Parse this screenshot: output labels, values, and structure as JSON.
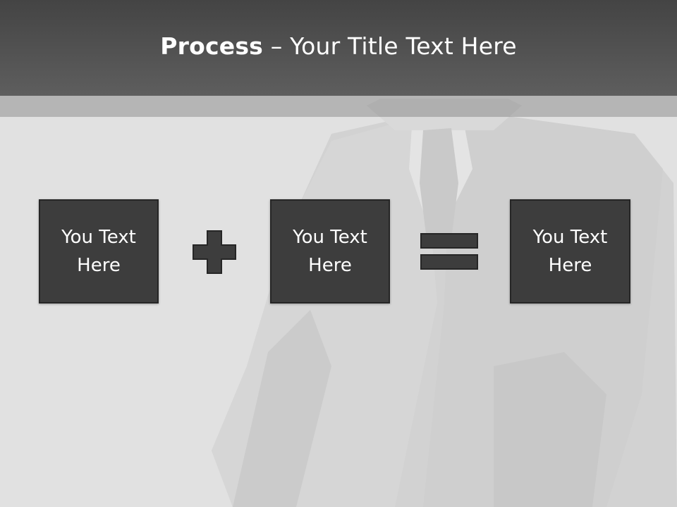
{
  "slide": {
    "title_bold": "Process",
    "title_rest": " – Your Title Text Here"
  },
  "boxes": [
    {
      "text": "You Text\nHere"
    },
    {
      "text": "You Text\nHere"
    },
    {
      "text": "You Text\nHere"
    }
  ],
  "operators": [
    "plus-icon",
    "equals-icon"
  ],
  "colors": {
    "header": "#4f4f4f",
    "box_fill": "#3d3d3d",
    "box_border": "#262626",
    "text": "#ffffff",
    "background": "#e3e3e3"
  }
}
